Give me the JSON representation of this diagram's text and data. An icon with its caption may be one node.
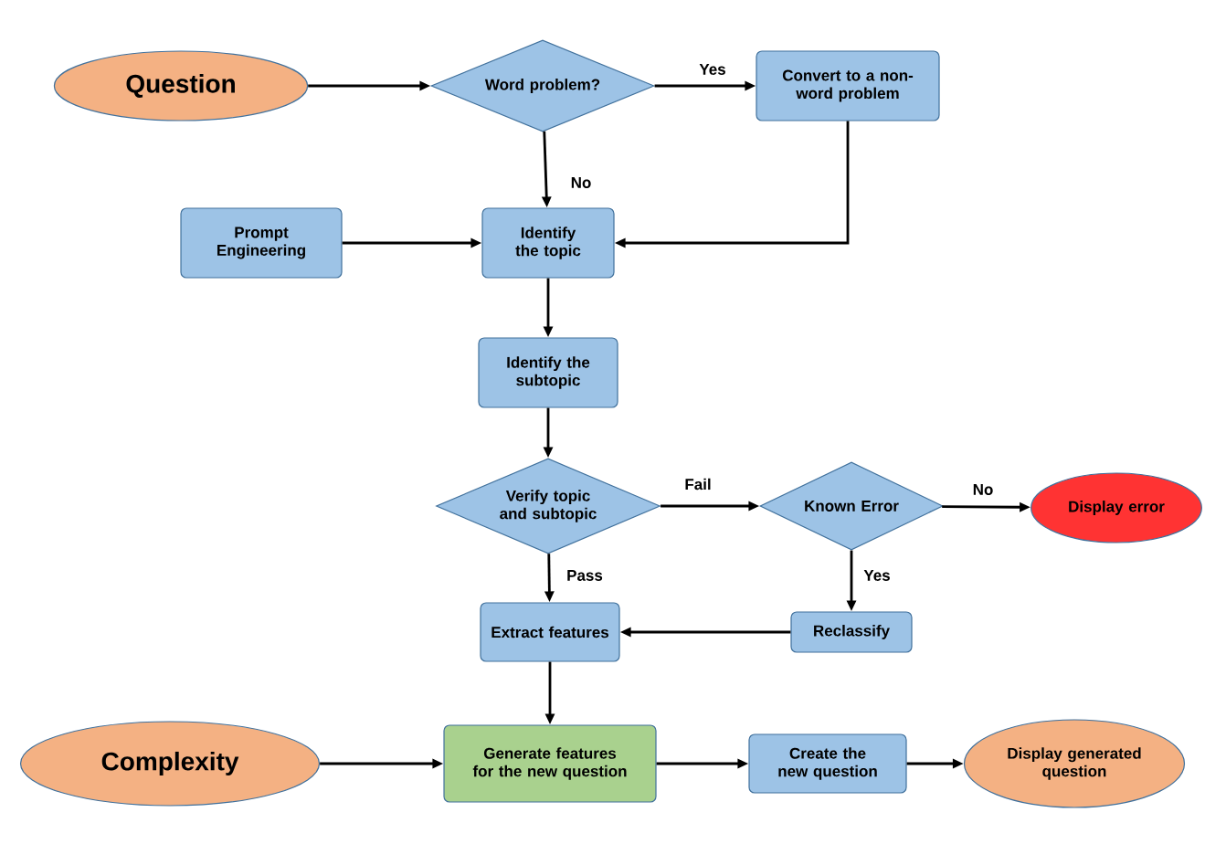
{
  "diagram": {
    "nodes": [
      {
        "text": [
          "Question"
        ]
      },
      {
        "text": [
          "Word problem?"
        ]
      },
      {
        "text": [
          "Convert to a non-word problem"
        ]
      },
      {
        "text": [
          "Prompt Engineering"
        ]
      },
      {
        "text": [
          "Identify the topic"
        ]
      },
      {
        "text": [
          "Identify the subtopic"
        ]
      },
      {
        "text": [
          "Verify topic and subtopic"
        ]
      },
      {
        "text": [
          "Known Error"
        ]
      },
      {
        "text": [
          "Display error"
        ]
      },
      {
        "text": [
          "Extract features"
        ]
      },
      {
        "text": [
          "Reclassify"
        ]
      },
      {
        "text": [
          "Complexity"
        ]
      },
      {
        "text": [
          "Generate features for the new question"
        ]
      },
      {
        "text": [
          "Create the new question"
        ]
      },
      {
        "text": [
          "Display generated question"
        ]
      }
    ],
    "edges": [
      {
        "from": 0,
        "to": 1,
        "arrow": "to"
      },
      {
        "from": 1,
        "to": 2,
        "arrow": "to",
        "label": "Yes"
      },
      {
        "from": 1,
        "to": 4,
        "arrow": "to",
        "label": "No"
      },
      {
        "from": 2,
        "to": 4,
        "arrow": "to"
      },
      {
        "from": 3,
        "to": 4,
        "arrow": "to"
      },
      {
        "from": 4,
        "to": 5,
        "arrow": "to"
      },
      {
        "from": 5,
        "to": 6,
        "arrow": "to"
      },
      {
        "from": 6,
        "to": 7,
        "arrow": "to",
        "label": "Fail"
      },
      {
        "from": 7,
        "to": 8,
        "arrow": "to",
        "label": "No"
      },
      {
        "from": 6,
        "to": 9,
        "arrow": "to",
        "label": "Pass"
      },
      {
        "from": 7,
        "to": 10,
        "arrow": "to",
        "label": "Yes"
      },
      {
        "from": 10,
        "to": 9,
        "arrow": "to"
      },
      {
        "from": 9,
        "to": 12,
        "arrow": "to"
      },
      {
        "from": 11,
        "to": 12,
        "arrow": "to"
      },
      {
        "from": 12,
        "to": 13,
        "arrow": "to"
      },
      {
        "from": 13,
        "to": 14,
        "arrow": "to"
      }
    ]
  }
}
